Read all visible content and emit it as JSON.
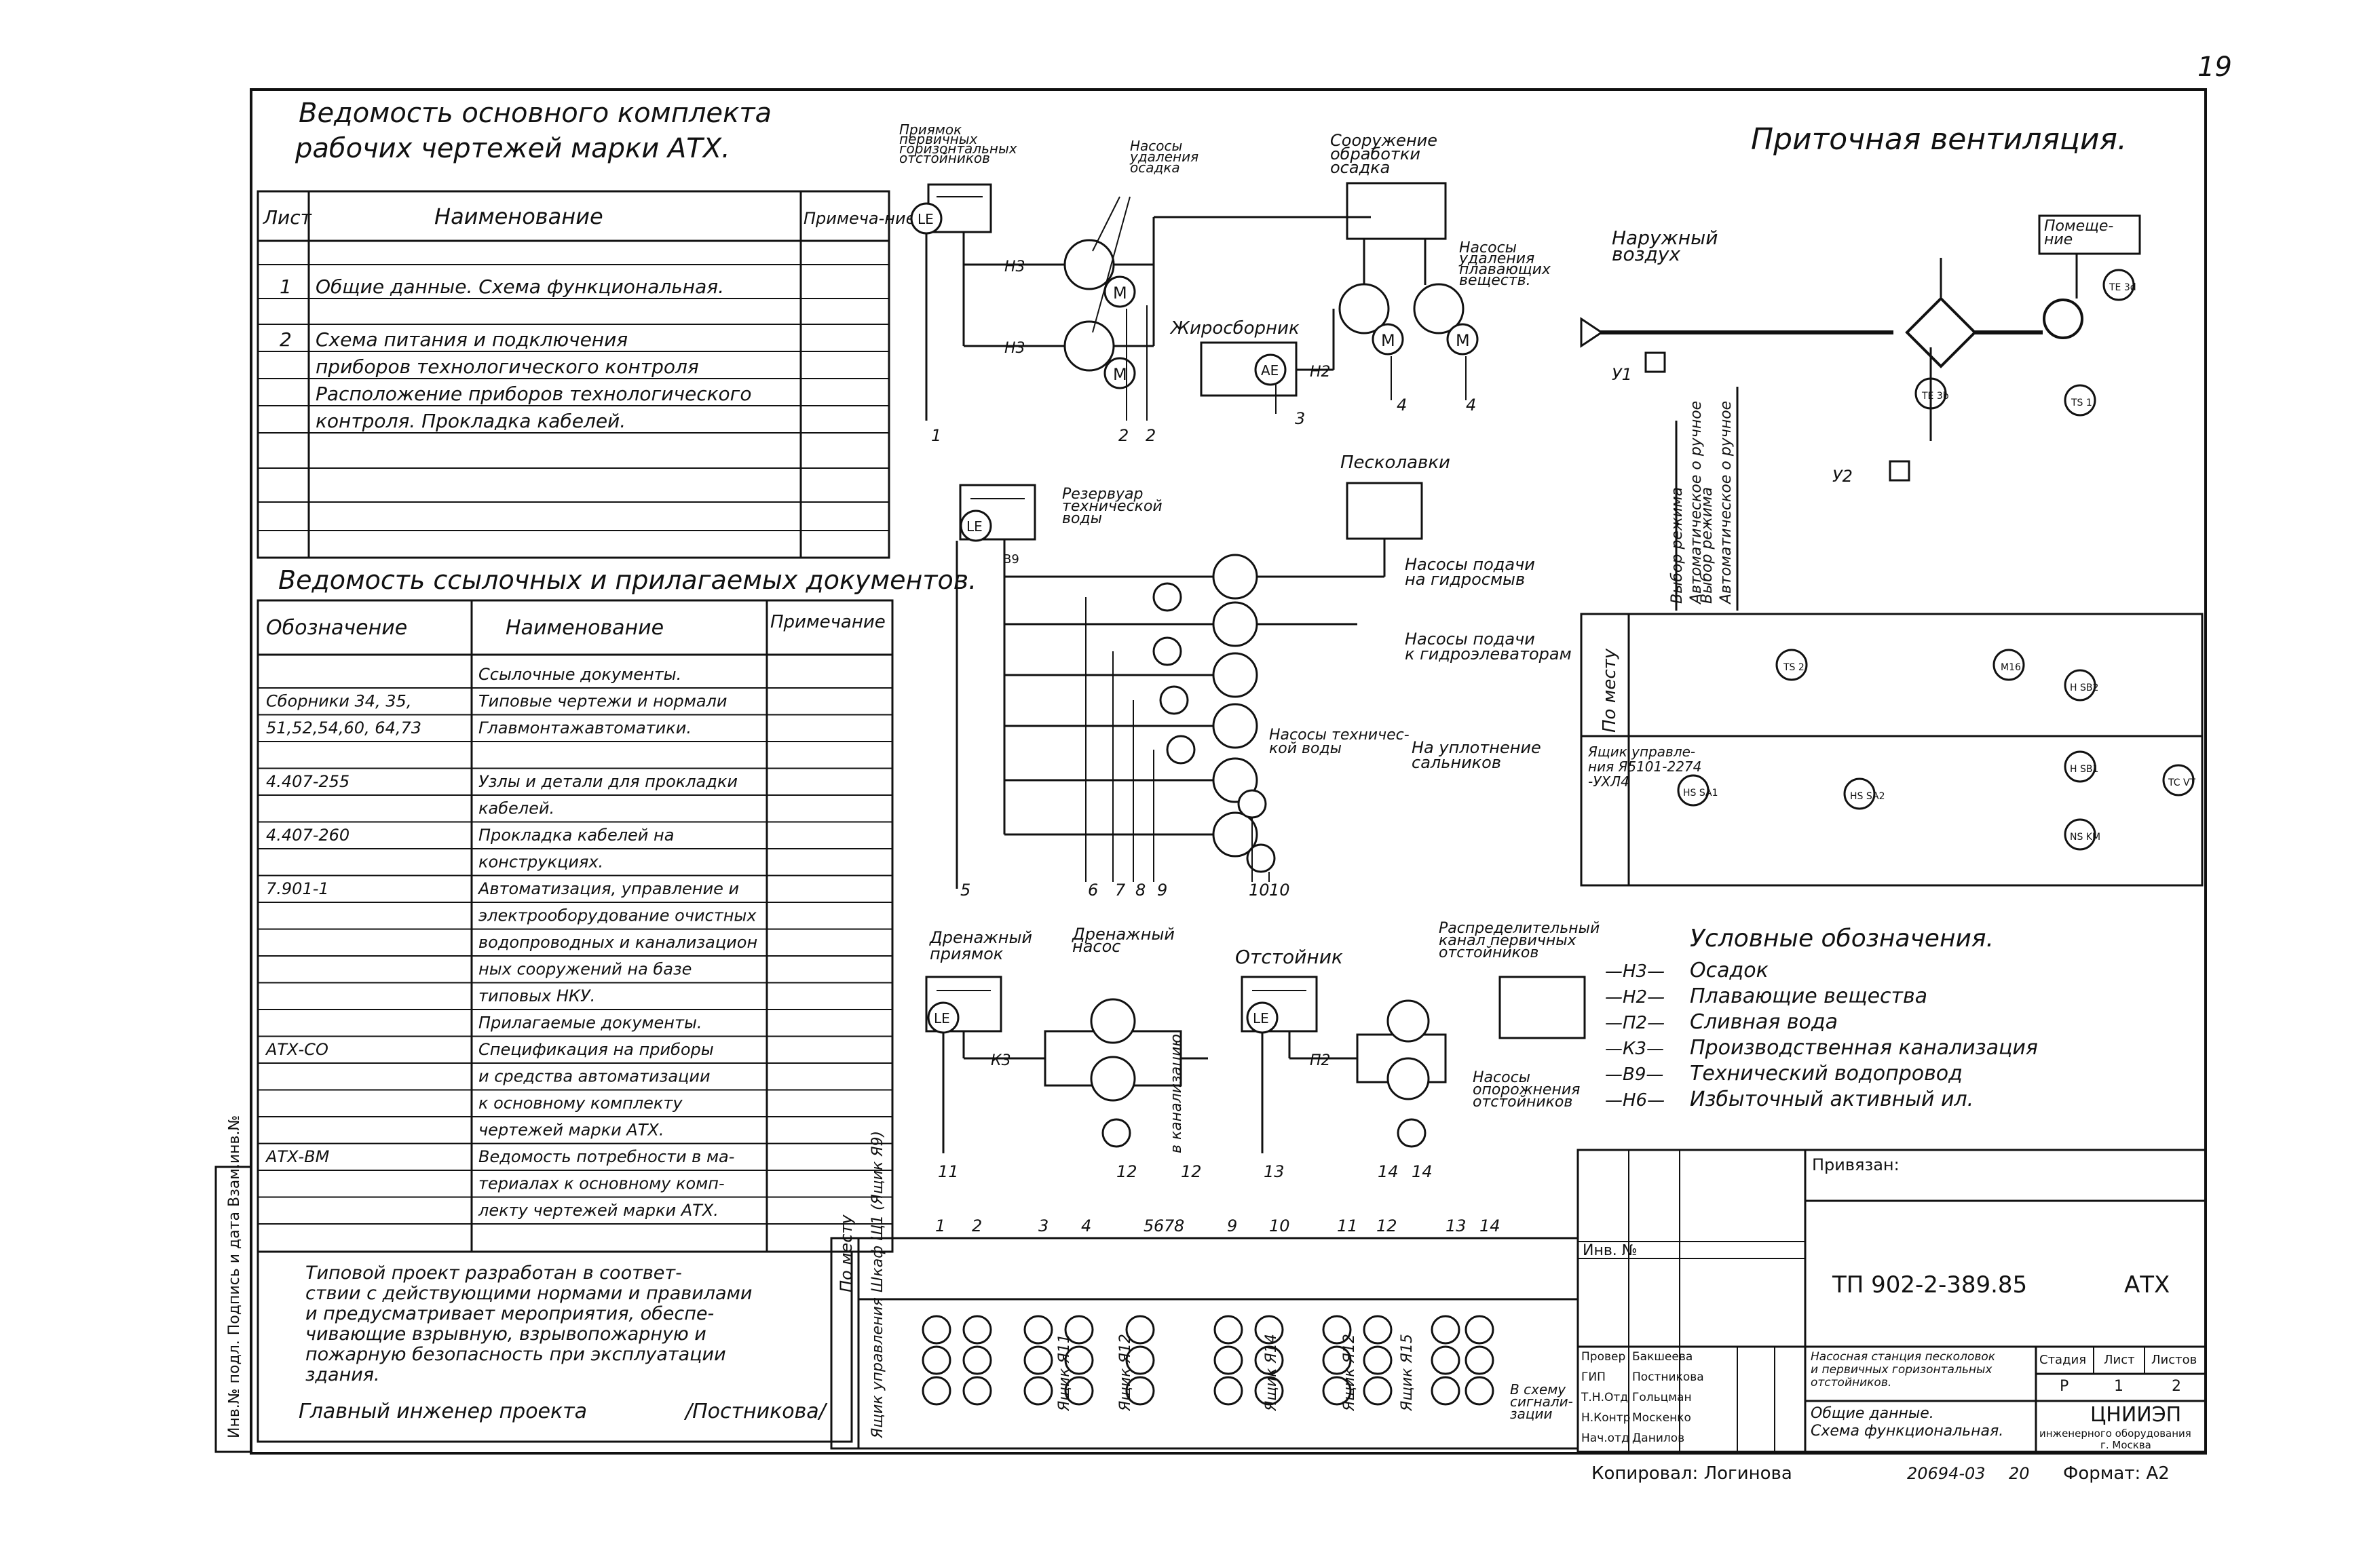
{
  "sheet_number": "19",
  "main_set": {
    "title_line1": "Ведомость основного комплекта",
    "title_line2": "рабочих чертежей марки АТХ.",
    "columns": [
      "Лист",
      "Наименование",
      "Примеча-ние"
    ],
    "rows": [
      {
        "sheet": "1",
        "lines": [
          "Общие данные. Схема функциональная."
        ]
      },
      {
        "sheet": "2",
        "lines": [
          "Схема питания и подключения",
          "приборов технологического контроля",
          "Расположение приборов технологического",
          "контроля. Прокладка кабелей."
        ]
      }
    ]
  },
  "ref_docs": {
    "title": "Ведомость ссылочных и прилагаемых документов.",
    "columns": [
      "Обозначение",
      "Наименование",
      "Примечание"
    ],
    "rows": [
      {
        "code": "",
        "name": "Ссылочные документы."
      },
      {
        "code": "Сборники 34, 35,",
        "name": "Типовые чертежи и нормали"
      },
      {
        "code": "51,52,54,60, 64,73",
        "name": "Главмонтажавтоматики."
      },
      {
        "code": "",
        "name": ""
      },
      {
        "code": "4.407-255",
        "name": "Узлы и детали для прокладки"
      },
      {
        "code": "",
        "name": "кабелей."
      },
      {
        "code": "4.407-260",
        "name": "Прокладка кабелей на"
      },
      {
        "code": "",
        "name": "конструкциях."
      },
      {
        "code": "7.901-1",
        "name": "Автоматизация, управление и"
      },
      {
        "code": "",
        "name": "электрооборудование очистных"
      },
      {
        "code": "",
        "name": "водопроводных и канализацион"
      },
      {
        "code": "",
        "name": "ных сооружений на базе"
      },
      {
        "code": "",
        "name": "типовых НКУ."
      },
      {
        "code": "",
        "name": "Прилагаемые документы."
      },
      {
        "code": "АТХ-СО",
        "name": "Спецификация на приборы"
      },
      {
        "code": "",
        "name": "и средства автоматизации"
      },
      {
        "code": "",
        "name": "к основному комплекту"
      },
      {
        "code": "",
        "name": "чертежей марки АТХ."
      },
      {
        "code": "АТХ-ВМ",
        "name": "Ведомость потребности в ма-"
      },
      {
        "code": "",
        "name": "териалах к основному комп-"
      },
      {
        "code": "",
        "name": "лекту чертежей марки АТХ."
      }
    ]
  },
  "note": {
    "lines": [
      "Типовой проект разработан в соответ-",
      "ствии с действующими нормами и правилами",
      "и предусматривает мероприятия, обеспе-",
      "чивающие взрывную, взрывопожарную и",
      "пожарную безопасность при эксплуатации",
      "здания."
    ],
    "chief_label": "Главный инженер проекта",
    "chief_name": "/Постникова/"
  },
  "process": {
    "priyamok": [
      "Приямок",
      "первичных",
      "горизонтальных",
      "отстойников"
    ],
    "sludge_pumps": [
      "Насосы",
      "удаления",
      "осадка"
    ],
    "sludge_treatment": [
      "Сооружение",
      "обработки",
      "осадка"
    ],
    "float_pumps": [
      "Насосы",
      "удаления",
      "плавающих",
      "веществ."
    ],
    "grease": "Жиросборник",
    "reservoir": [
      "Резервуар",
      "технической",
      "воды"
    ],
    "sand_washers": "Песколавки",
    "pumps_hydro": [
      "Насосы подачи",
      "на гидросмыв"
    ],
    "pumps_elev": [
      "Насосы подачи",
      "к гидроэлеваторам"
    ],
    "pumps_tech": [
      "Насосы техничес-",
      "кой воды"
    ],
    "seal": [
      "На уплотнение",
      "сальников"
    ],
    "drain_pit": [
      "Дренажный",
      "приямок"
    ],
    "drain_pump": [
      "Дренажный",
      "насос"
    ],
    "settler": "Отстойник",
    "channel": [
      "Распределительный",
      "канал первичных",
      "отстойников"
    ],
    "empty_pumps": [
      "Насосы",
      "опорожнения",
      "отстойников"
    ],
    "to_sewer": "в канализацию",
    "lines": {
      "n3": "Н3",
      "n2": "Н2",
      "k3": "К3",
      "p2": "П2",
      "v9": "В9"
    },
    "instruments": {
      "le": "LE",
      "ae": "AE"
    },
    "motor": "М",
    "wire_numbers": [
      "1",
      "2",
      "2",
      "3",
      "4",
      "4",
      "5",
      "6",
      "7",
      "8",
      "9",
      "10",
      "10",
      "11",
      "12",
      "12",
      "13",
      "14",
      "14"
    ]
  },
  "ventilation": {
    "title": "Приточная вентиляция.",
    "outdoor_air": [
      "Наружный",
      "воздух"
    ],
    "room": [
      "Помеще-",
      "ние"
    ],
    "u1": "У1",
    "u2": "У2",
    "modes": [
      "Выбор режима",
      "Автоматическое о ручное",
      "Выбор режима",
      "Автоматическое о ручное"
    ],
    "local": "По месту",
    "box": [
      "Ящик управле-",
      "ния Я5101-2274",
      "-УХЛ4"
    ],
    "instruments": [
      "TE 3d",
      "TE 3b",
      "TS 1",
      "TS 2",
      "M16",
      "H SB2",
      "H SB1",
      "TC VT",
      "HS SA1",
      "HS SA2",
      "NS KM"
    ]
  },
  "legend": {
    "title": "Условные обозначения.",
    "items": [
      {
        "code": "—Н3—",
        "text": "Осадок"
      },
      {
        "code": "—Н2—",
        "text": "Плавающие вещества"
      },
      {
        "code": "—П2—",
        "text": "Сливная вода"
      },
      {
        "code": "—К3—",
        "text": "Производственная канализация"
      },
      {
        "code": "—В9—",
        "text": "Технический водопровод"
      },
      {
        "code": "—Н6—",
        "text": "Избыточный активный ил."
      }
    ]
  },
  "cabinets": {
    "local": "По месту",
    "box_label": "Ящик управления Шкаф Щ1 (Ящик Я9)",
    "boxes": [
      "Ящик Я11",
      "Ящик Я12",
      "Ящик Я14",
      "Ящик Я12",
      "Ящик Я15"
    ],
    "to_alarm": [
      "В схему",
      "сигнали-",
      "зации"
    ],
    "numbers": [
      "1",
      "2",
      "3",
      "4",
      "5",
      "6",
      "7",
      "8",
      "9",
      "10",
      "11",
      "12",
      "13",
      "14"
    ]
  },
  "title_block": {
    "privyazan": "Привязан:",
    "inv": "Инв. №",
    "project_code": "ТП 902-2-389.85",
    "mark": "АТХ",
    "object": [
      "Насосная станция песколовок",
      "и первичных горизонтальных",
      "отстойников."
    ],
    "sheet_title": [
      "Общие данные.",
      "Схема функциональная."
    ],
    "stage_hdr": "Стадия",
    "sheet_hdr": "Лист",
    "sheets_hdr": "Листов",
    "stage": "Р",
    "sheet": "1",
    "sheets": "2",
    "org": "ЦНИИЭП",
    "org_sub": [
      "инженерного оборудования",
      "г. Москва"
    ],
    "people": [
      {
        "role": "Провер",
        "name": "Бакшеева"
      },
      {
        "role": "ГИП",
        "name": "Постникова"
      },
      {
        "role": "Т.Н.Отд",
        "name": "Гольцман"
      },
      {
        "role": "Н.Контр",
        "name": "Москенко"
      },
      {
        "role": "Нач.отд",
        "name": "Данилов"
      }
    ],
    "copied": "Копировал: Логинова",
    "order": "20694-03",
    "order_num": "20",
    "format": "Формат: А2"
  },
  "side_stamp": "Инв.№ подл. Подпись и дата Взам.инв.№"
}
